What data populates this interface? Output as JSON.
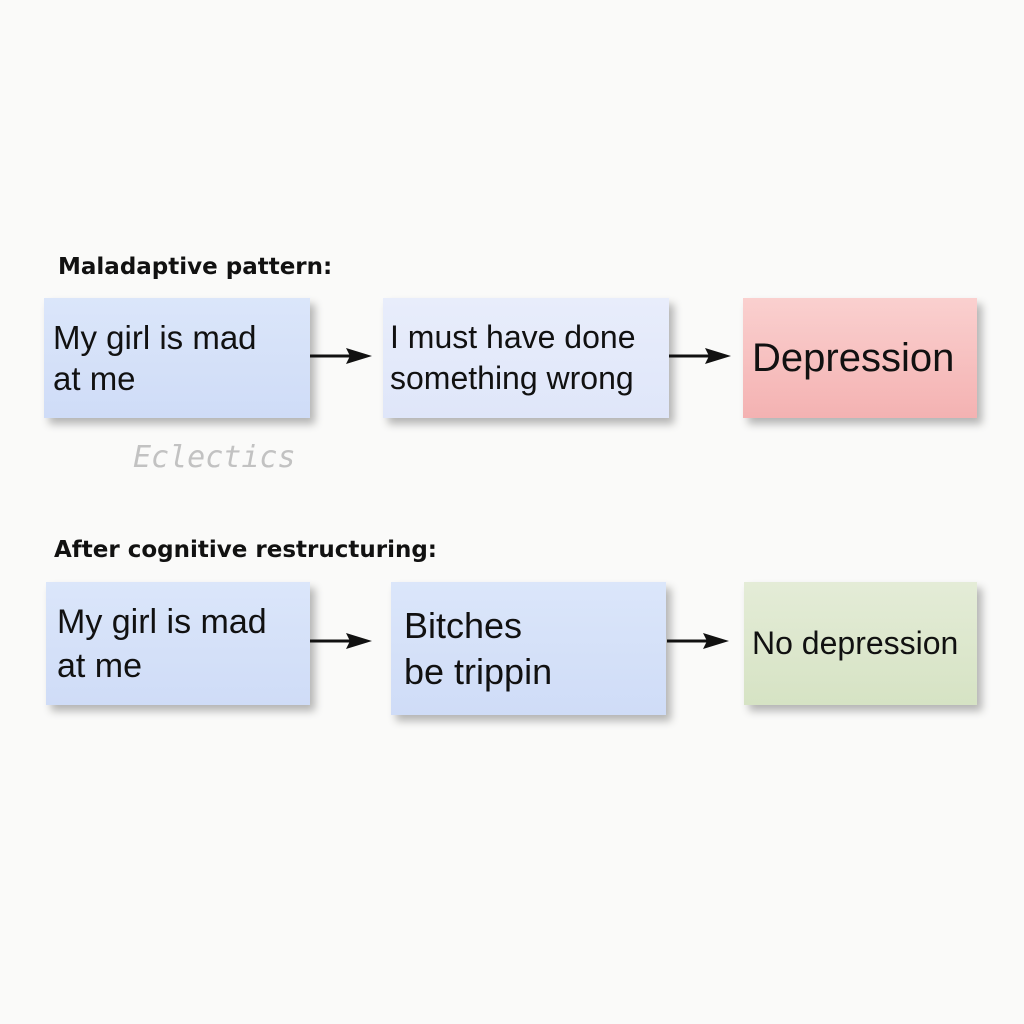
{
  "colors": {
    "thought_box": "#d6e2f9",
    "distortion_box": "#e3e9fa",
    "negative_outcome": "#f7bfbf",
    "positive_outcome": "#dbe6cc",
    "arrow": "#111111",
    "watermark": "#c2c2c2"
  },
  "sections": {
    "maladaptive": {
      "title": "Maladaptive pattern:",
      "event_line1": "My girl is mad",
      "event_line2": "at me",
      "thought_line1": "I must have done",
      "thought_line2": "something wrong",
      "outcome": "Depression"
    },
    "restructured": {
      "title": "After cognitive restructuring:",
      "event_line1": "My girl is mad",
      "event_line2": "at me",
      "thought_line1": "Bitches",
      "thought_line2": "be trippin",
      "outcome": "No depression"
    }
  },
  "watermark": "Eclectics"
}
